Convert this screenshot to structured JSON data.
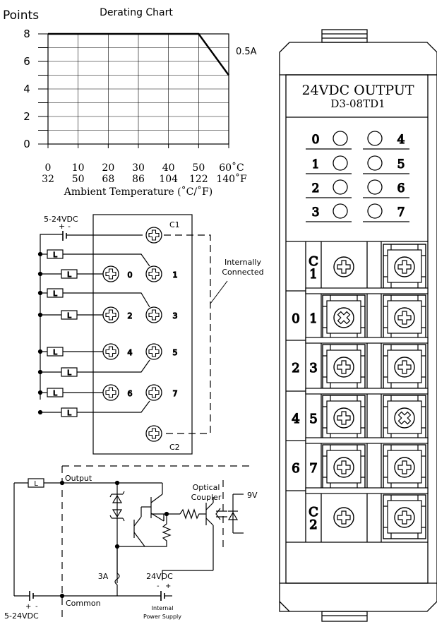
{
  "chart_data": {
    "type": "line",
    "title": "Derating Chart",
    "ylabel": "Points",
    "xlabel": "Ambient Temperature (˚C/˚F)",
    "x_ticks_c": [
      "0",
      "10",
      "20",
      "30",
      "40",
      "50",
      "60˚C"
    ],
    "x_ticks_f": [
      "32",
      "50",
      "68",
      "86",
      "104",
      "122",
      "140˚F"
    ],
    "y_ticks": [
      "0",
      "2",
      "4",
      "6",
      "8"
    ],
    "xlim": [
      0,
      60
    ],
    "ylim": [
      0,
      8
    ],
    "series": [
      {
        "name": "0.5A",
        "x": [
          0,
          50,
          60
        ],
        "y": [
          8,
          8,
          5
        ]
      }
    ]
  },
  "wiring": {
    "supply": "5-24VDC",
    "plus": "+",
    "minus": "-",
    "load": "L",
    "c1": "C1",
    "c2": "C2",
    "internally": "Internally",
    "connected": "Connected",
    "outputs": [
      "0",
      "1",
      "2",
      "3",
      "4",
      "5",
      "6",
      "7"
    ]
  },
  "schematic": {
    "output": "Output",
    "common": "Common",
    "optical": "Optical",
    "coupler": "Coupler",
    "v9": "9V",
    "fuse": "3A",
    "v24": "24VDC",
    "internal": "Internal",
    "power_supply": "Power Supply",
    "supply": "5-24VDC",
    "load": "L"
  },
  "module": {
    "title": "24VDC OUTPUT",
    "model": "D3-08TD1",
    "leds_left": [
      "0",
      "1",
      "2",
      "3"
    ],
    "leds_right": [
      "4",
      "5",
      "6",
      "7"
    ],
    "rows": [
      {
        "left": "",
        "inner": "C",
        "inner2": "1"
      },
      {
        "left": "0",
        "inner": "1",
        "inner2": ""
      },
      {
        "left": "2",
        "inner": "3",
        "inner2": ""
      },
      {
        "left": "4",
        "inner": "5",
        "inner2": ""
      },
      {
        "left": "6",
        "inner": "7",
        "inner2": ""
      },
      {
        "left": "",
        "inner": "C",
        "inner2": "2"
      }
    ]
  }
}
